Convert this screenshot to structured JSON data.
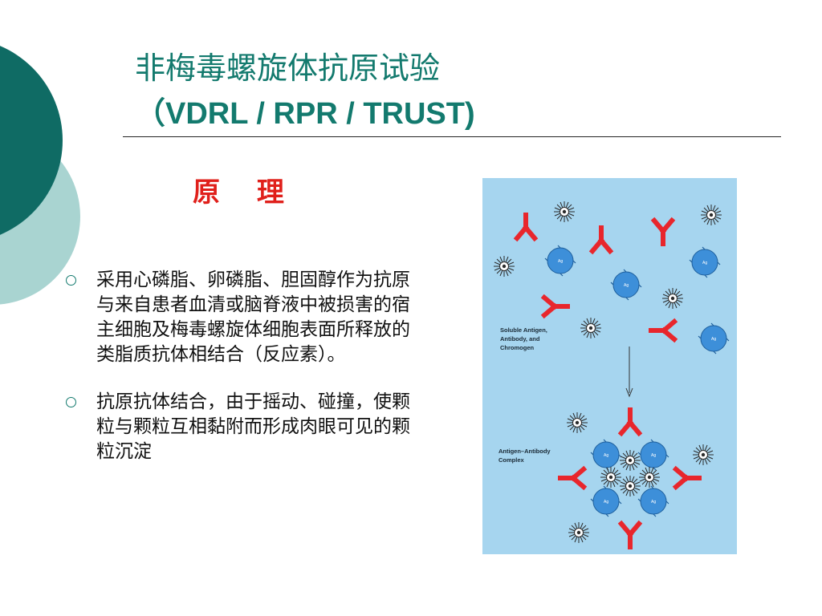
{
  "slide": {
    "title_line1": "非梅毒螺旋体抗原试验",
    "title_line2": "（VDRL / RPR / TRUST)",
    "subtitle": "原　 理",
    "bullets": [
      "采用心磷脂、卵磷脂、胆固醇作为抗原与来自患者血清或脑脊液中被损害的宿主细胞及梅毒螺旋体细胞表面所释放的类脂质抗体相结合（反应素）。",
      "抗原抗体结合，由于摇动、碰撞，使颗粒与颗粒互相黏附而形成肉眼可见的颗粒沉淀"
    ]
  },
  "figure": {
    "label_top": [
      "Soluble Antigen,",
      "Antibody, and",
      "Chromogen"
    ],
    "label_bottom": [
      "Antigen–Antibody",
      "Complex"
    ],
    "antigen_text": "Ag",
    "colors": {
      "background": "#a6d5ef",
      "antibody": "#e8262c",
      "antigen": "#3d8fd9",
      "chromogen": "#2b2b2b"
    }
  },
  "theme": {
    "teal_dark": "#0f6b64",
    "teal_light": "#9fcfcc",
    "title_color": "#137a6e",
    "subtitle_color": "#e0201b"
  }
}
